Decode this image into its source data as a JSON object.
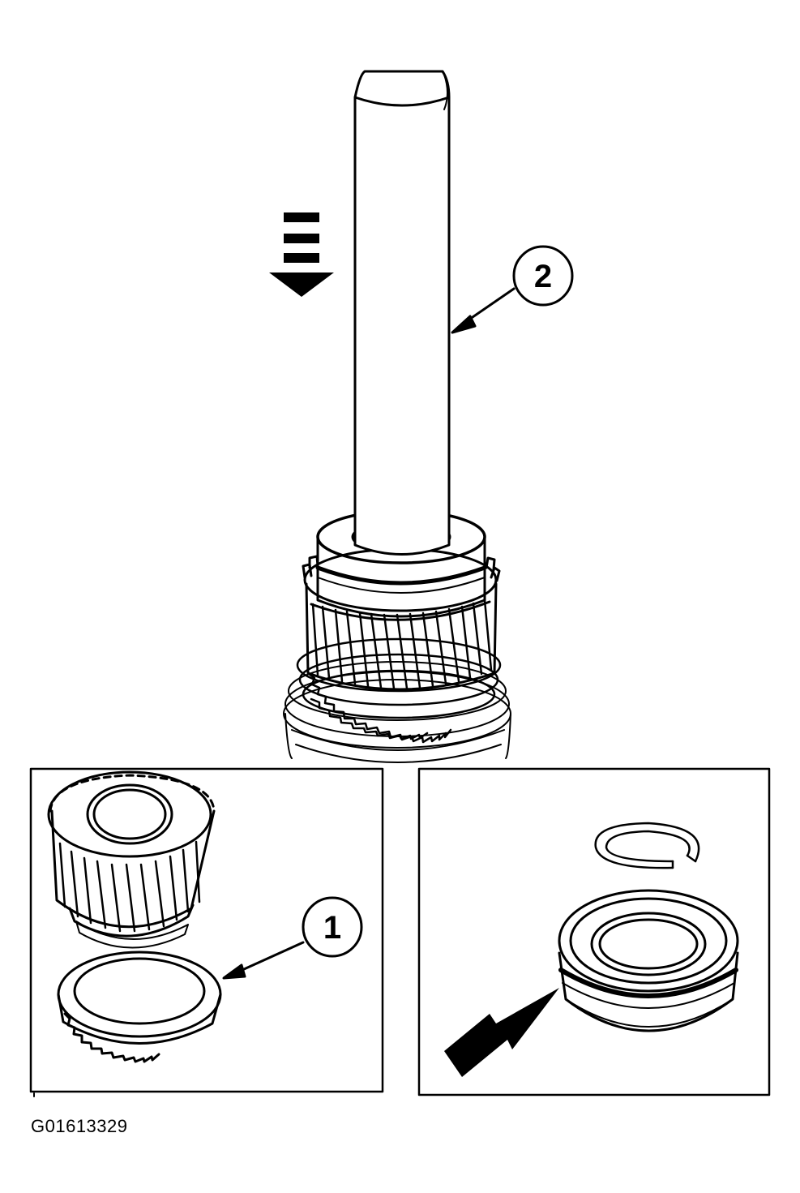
{
  "figure_id": "G01613329",
  "callouts": [
    {
      "label": "1"
    },
    {
      "label": "2"
    }
  ],
  "colors": {
    "ink": "#000000",
    "paper": "#ffffff"
  },
  "icons": [
    "press-direction-arrow-icon",
    "install-direction-arrow-icon"
  ]
}
